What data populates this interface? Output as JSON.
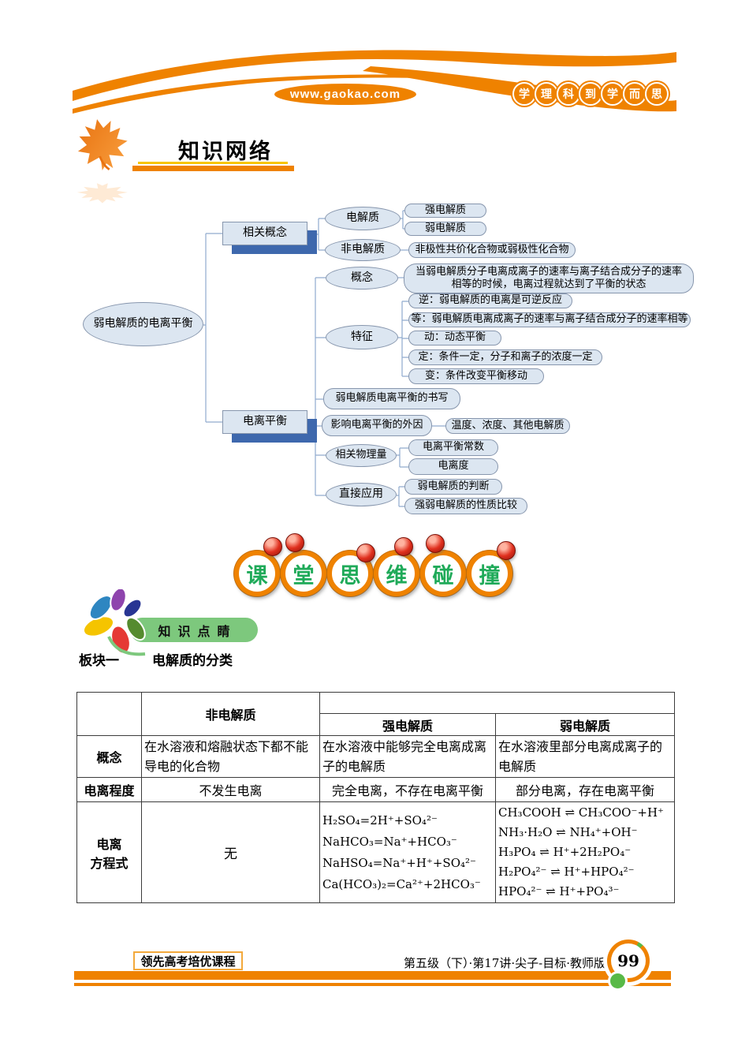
{
  "colors": {
    "accent_orange": "#ef8200",
    "node_fill": "#dce6f1",
    "node_shadow_blue": "#3e68ad",
    "connector_blue": "#90abce",
    "tip_banner_green": "#7dc87d",
    "banner_char_green": "#1faa59"
  },
  "header": {
    "site": "www.gaokao.com",
    "slogan": [
      "学",
      "理",
      "科",
      "到",
      "学",
      "而",
      "思"
    ]
  },
  "section1": {
    "title": "知识网络"
  },
  "mindmap": {
    "root": "弱电解质的电离平衡",
    "related_concepts": "相关概念",
    "ionization_equilibrium": "电离平衡",
    "electrolyte": "电解质",
    "strong_electrolyte": "强电解质",
    "weak_electrolyte": "弱电解质",
    "non_electrolyte": "非电解质",
    "non_electrolyte_def": "非极性共价化合物或弱极性化合物",
    "concept": "概念",
    "concept_def": "当弱电解质分子电离成离子的速率与离子结合成分子的速率相等的时候，电离过程就达到了平衡的状态",
    "feature": "特征",
    "feature_ni": "逆：弱电解质的电离是可逆反应",
    "feature_deng": "等：弱电解质电离成离子的速率与离子结合成分子的速率相等",
    "feature_dong": "动：动态平衡",
    "feature_ding": "定：条件一定，分子和离子的浓度一定",
    "feature_bian": "变：条件改变平衡移动",
    "writing": "弱电解质电离平衡的书写",
    "external_factors": "影响电离平衡的外因",
    "factors_detail": "温度、浓度、其他电解质",
    "physical_quantities": "相关物理量",
    "equilibrium_constant": "电离平衡常数",
    "ionization_degree": "电离度",
    "applications": "直接应用",
    "judge_weak": "弱电解质的判断",
    "compare_strong_weak": "强弱电解质的性质比较"
  },
  "banner": {
    "chars": [
      "课",
      "堂",
      "思",
      "维",
      "碰",
      "撞"
    ]
  },
  "section2": {
    "badge": "知识点睛",
    "heading_no": "板块一",
    "heading_title": "电解质的分类"
  },
  "table": {
    "headers": {
      "non": "非电解质",
      "strong": "强电解质",
      "weak": "弱电解质"
    },
    "concept": {
      "label": "概念",
      "non": "在水溶液和熔融状态下都不能导电的化合物",
      "strong": "在水溶液中能够完全电离成离子的电解质",
      "weak": "在水溶液里部分电离成离子的电解质"
    },
    "degree": {
      "label": "电离程度",
      "non": "不发生电离",
      "strong": "完全电离，不存在电离平衡",
      "weak": "部分电离，存在电离平衡"
    },
    "equations": {
      "label_line1": "电离",
      "label_line2": "方程式",
      "non": "无",
      "strong": [
        "H₂SO₄=2H⁺+SO₄²⁻",
        "NaHCO₃=Na⁺+HCO₃⁻",
        "NaHSO₄=Na⁺+H⁺+SO₄²⁻",
        "Ca(HCO₃)₂=Ca²⁺+2HCO₃⁻"
      ],
      "weak": [
        "CH₃COOH ⇌ CH₃COO⁻+H⁺",
        "NH₃·H₂O ⇌ NH₄⁺+OH⁻",
        "H₃PO₄ ⇌ H⁺+2H₂PO₄⁻",
        "H₂PO₄²⁻ ⇌ H⁺+HPO₄²⁻",
        "HPO₄²⁻ ⇌ H⁺+PO₄³⁻"
      ]
    }
  },
  "footer": {
    "course": "领先高考培优课程",
    "info": "第五级（下）·第17讲·尖子-目标·教师版",
    "page": "99"
  }
}
